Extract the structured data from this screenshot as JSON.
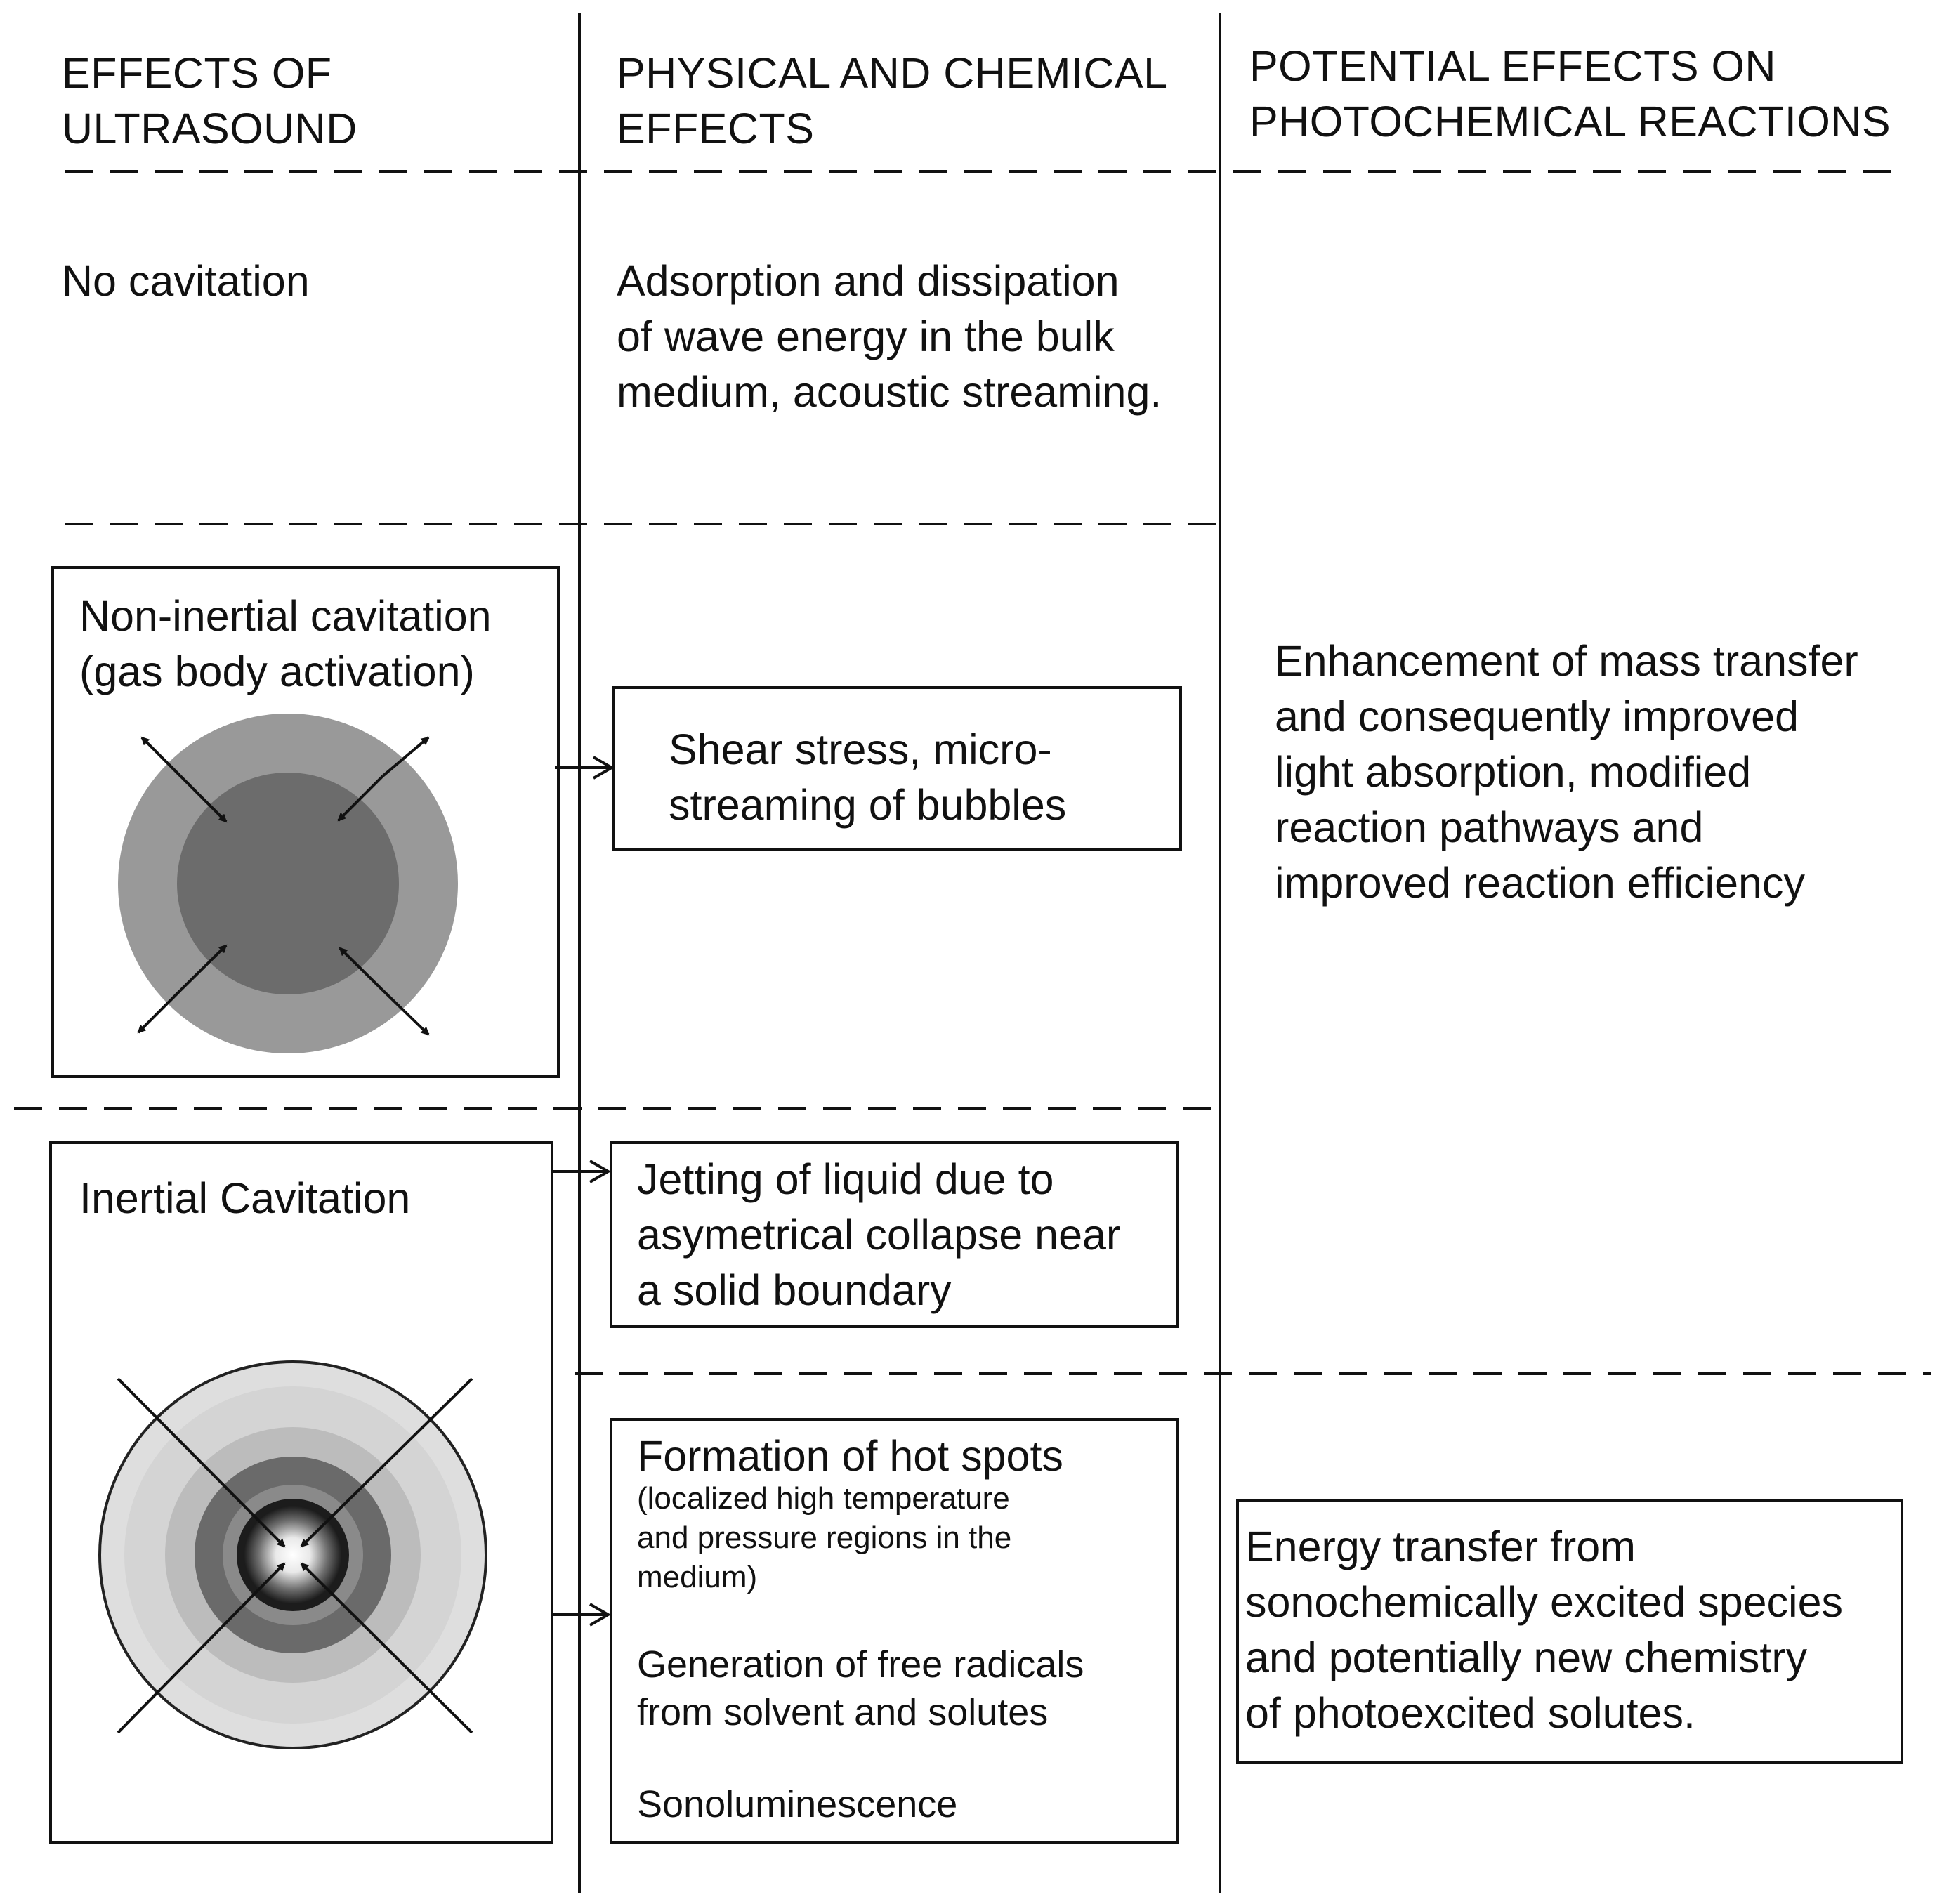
{
  "headers": {
    "col1": [
      "EFFECTS OF",
      "ULTRASOUND"
    ],
    "col2": [
      "PHYSICAL AND CHEMICAL",
      "EFFECTS"
    ],
    "col3": [
      "POTENTIAL EFFECTS ON",
      "PHOTOCHEMICAL REACTIONS"
    ]
  },
  "rows": {
    "no_cavitation": {
      "label": "No cavitation",
      "effect": [
        "Adsorption and dissipation",
        "of wave energy in the bulk",
        "medium, acoustic streaming."
      ]
    },
    "non_inertial": {
      "label": [
        "Non-inertial cavitation",
        "(gas body activation)"
      ],
      "effect": [
        "Shear stress, micro-",
        "streaming of bubbles"
      ]
    },
    "inertial": {
      "label": "Inertial Cavitation",
      "jetting": [
        "Jetting of liquid due to",
        "asymetrical collapse near",
        "a solid boundary"
      ],
      "hot_spots_title": "Formation of hot spots",
      "hot_spots_detail": [
        "(localized high temperature",
        "and pressure regions in the",
        "medium)"
      ],
      "radicals": [
        "Generation of free radicals",
        "from solvent and solutes"
      ],
      "sonoluminescence": "Sonoluminescence"
    }
  },
  "potential_effects": {
    "mass_transfer": [
      "Enhancement of mass transfer",
      "and consequently improved",
      "light absorption, modified",
      "reaction pathways and",
      "improved reaction efficiency"
    ],
    "energy_transfer": [
      "Energy transfer from",
      "sonochemically excited species",
      "and potentially new chemistry",
      "of photoexcited solutes."
    ]
  },
  "colors": {
    "line": "#111111",
    "bubble_outer_noninertial": "#9a9a9a",
    "bubble_inner_noninertial": "#6e6e6e",
    "bubble_outer_inertial": "#dedede",
    "bubble_mid_inertial": "#bdbdbd",
    "bubble_dark_inertial": "#6a6a6a"
  }
}
